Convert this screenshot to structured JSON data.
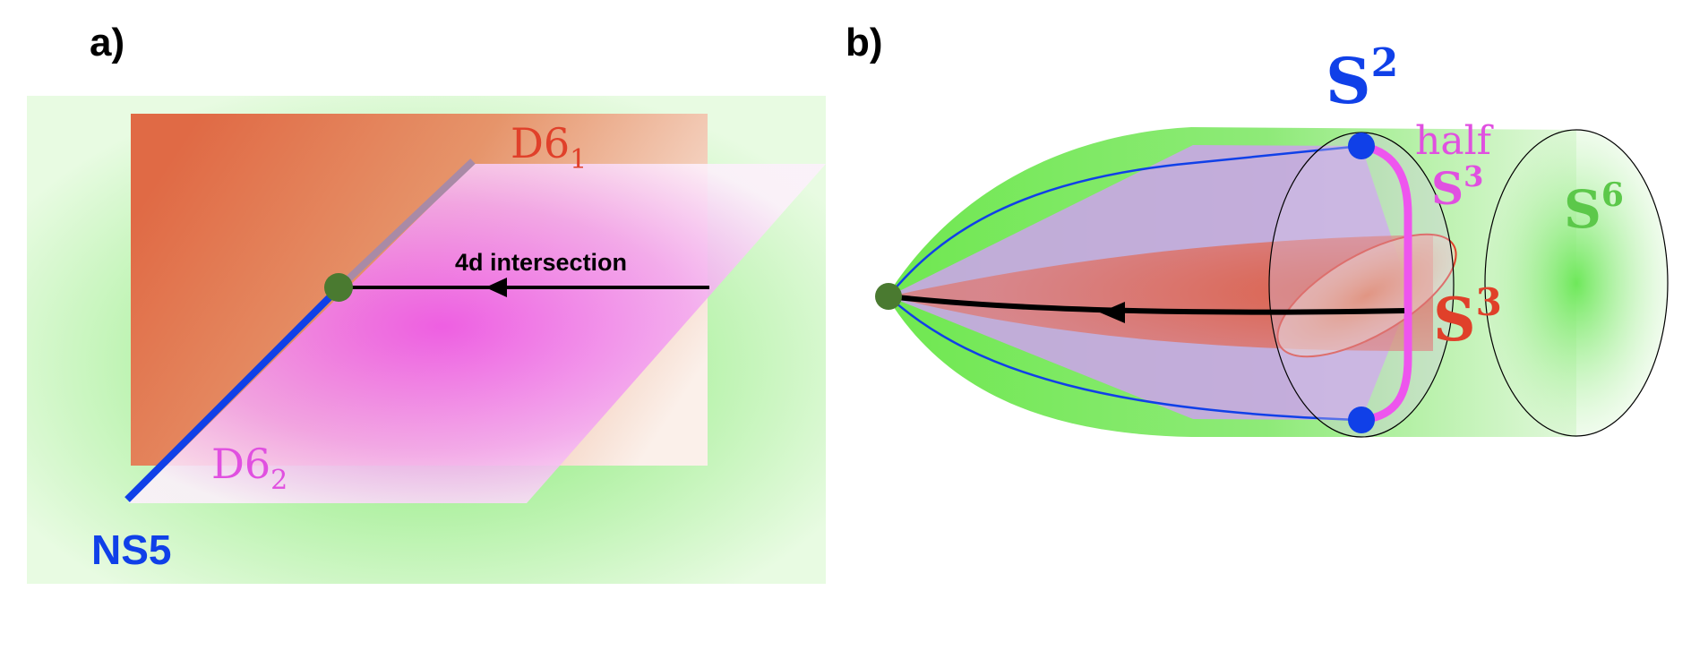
{
  "panel_a": {
    "label": "a)",
    "brane_d6_1": {
      "base": "D6",
      "sub": "1"
    },
    "brane_d6_2": {
      "base": "D6",
      "sub": "2"
    },
    "ns5": "NS5",
    "intersection": "4d intersection"
  },
  "panel_b": {
    "label": "b)",
    "s2": {
      "base": "S",
      "sup": "2"
    },
    "half_s3": {
      "word": "half",
      "base": "S",
      "sup": "3"
    },
    "s3": {
      "base": "S",
      "sup": "3"
    },
    "s6": {
      "base": "S",
      "sup": "6"
    }
  },
  "colors": {
    "green": "#7ee86a",
    "orange": "#e06a45",
    "magenta": "#ee55ee",
    "blue": "#1040e8",
    "lavender": "#c9a6e6",
    "red_label": "#e0402a",
    "magenta_label": "#e050e0",
    "green_label": "#5cc84a",
    "dot_green": "#4a7a30"
  }
}
